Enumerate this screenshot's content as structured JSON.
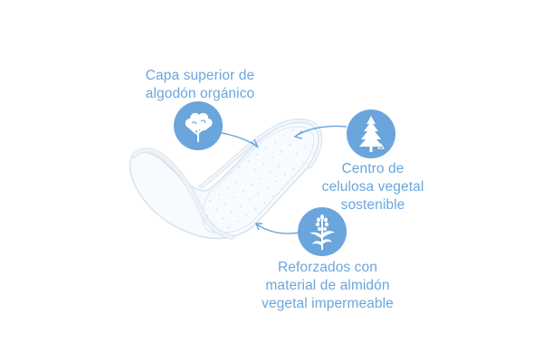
{
  "colors": {
    "accent": "#6aa5db",
    "label": "#6aa6dc",
    "pad_outline": "#d6e2ee",
    "pad_dots": "#c8dcef",
    "background": "#ffffff"
  },
  "callouts": [
    {
      "id": "top-layer",
      "lines": [
        "Capa superior de",
        "algodón orgánico"
      ],
      "icon": "cotton-icon"
    },
    {
      "id": "core",
      "lines": [
        "Centro de",
        "celulosa vegetal",
        "sostenible"
      ],
      "icon": "pine-tree-icon"
    },
    {
      "id": "backing",
      "lines": [
        "Reforzados con",
        "material de almidón",
        "vegetal impermeable"
      ],
      "icon": "plant-icon"
    }
  ]
}
